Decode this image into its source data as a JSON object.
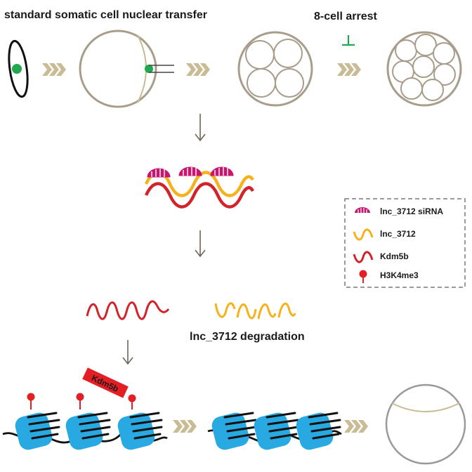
{
  "texts": {
    "title": "standard somatic cell nuclear transfer",
    "arrest": "8-cell arrest",
    "degradation": "lnc_3712 degradation",
    "kdm5b_tag": "Kdm5b"
  },
  "legend": {
    "items": [
      {
        "icon": "sirna-icon",
        "label": "lnc_3712 siRNA"
      },
      {
        "icon": "lnc-wave-icon",
        "label": "lnc_3712"
      },
      {
        "icon": "kdm5b-wave-icon",
        "label": "Kdm5b"
      },
      {
        "icon": "h3k4me3-pin-icon",
        "label": "H3K4me3"
      }
    ]
  },
  "colors": {
    "sirna": "#c8156f",
    "lnc": "#f5b21b",
    "kdm5b": "#d2232a",
    "h3k4me3": "#e31e24",
    "nucleosome": "#29a9e1",
    "cell_outline": "#a89c8a",
    "chevron": "#c9bc95",
    "inhibit": "#1fa84e",
    "nucleus": "#1fa84e",
    "arrow": "#6f6457",
    "legend_border": "#7a7a7a",
    "final_cell": "#9a9a9a"
  }
}
